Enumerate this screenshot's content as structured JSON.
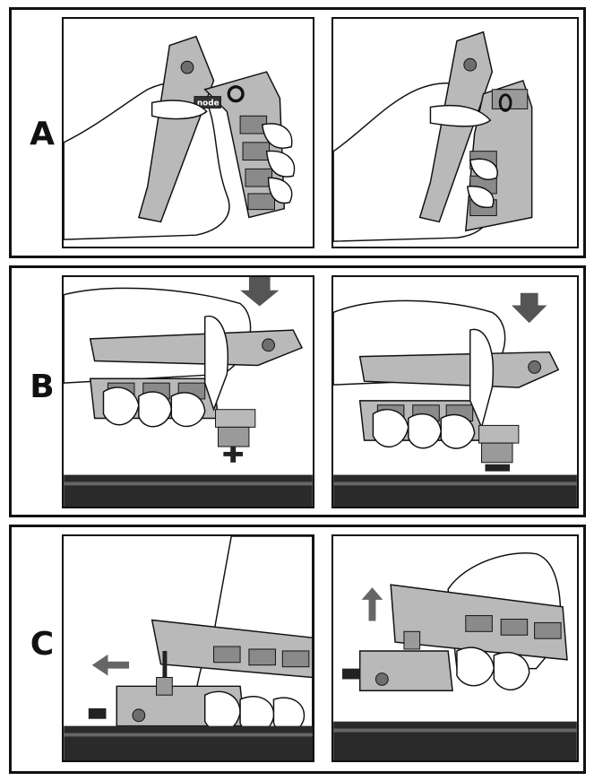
{
  "steps": [
    {
      "letter": "A"
    },
    {
      "letter": "B"
    },
    {
      "letter": "C"
    }
  ],
  "tool_brand_label": "node",
  "colors": {
    "outline": "#111111",
    "tool_body": "#b9b9b9",
    "tool_dark": "#6e6e6e",
    "pipe": "#2a2a2a"
  }
}
